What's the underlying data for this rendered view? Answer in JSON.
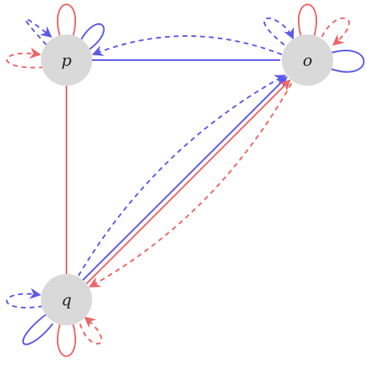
{
  "colors": {
    "blue": "#5b5be8",
    "red": "#ee6666",
    "node_fill": "#d9d9d9",
    "label": "#222222"
  },
  "nodes": [
    {
      "id": "p",
      "label": "p"
    },
    {
      "id": "o",
      "label": "o"
    },
    {
      "id": "q",
      "label": "q"
    }
  ],
  "edges": [
    {
      "from": "p",
      "to": "o",
      "color": "blue",
      "style": "solid",
      "directed": false
    },
    {
      "from": "o",
      "to": "p",
      "color": "blue",
      "style": "dashed",
      "directed": true
    },
    {
      "from": "p",
      "to": "q",
      "color": "red",
      "style": "solid",
      "directed": false
    },
    {
      "from": "q",
      "to": "o",
      "color": "blue",
      "style": "solid",
      "directed": true
    },
    {
      "from": "q",
      "to": "o",
      "color": "blue",
      "style": "dashed",
      "directed": true
    },
    {
      "from": "q",
      "to": "o",
      "color": "red",
      "style": "solid",
      "directed": true
    },
    {
      "from": "o",
      "to": "q",
      "color": "red",
      "style": "dashed",
      "directed": true
    }
  ],
  "loops": [
    {
      "node": "p",
      "color": "red",
      "style": "solid"
    },
    {
      "node": "p",
      "color": "blue",
      "style": "solid"
    },
    {
      "node": "p",
      "color": "blue",
      "style": "dashed"
    },
    {
      "node": "p",
      "color": "red",
      "style": "dashed"
    },
    {
      "node": "o",
      "color": "red",
      "style": "solid"
    },
    {
      "node": "o",
      "color": "blue",
      "style": "solid"
    },
    {
      "node": "o",
      "color": "blue",
      "style": "dashed"
    },
    {
      "node": "o",
      "color": "red",
      "style": "dashed"
    },
    {
      "node": "q",
      "color": "red",
      "style": "solid"
    },
    {
      "node": "q",
      "color": "blue",
      "style": "solid"
    },
    {
      "node": "q",
      "color": "blue",
      "style": "dashed"
    },
    {
      "node": "q",
      "color": "red",
      "style": "dashed"
    }
  ]
}
